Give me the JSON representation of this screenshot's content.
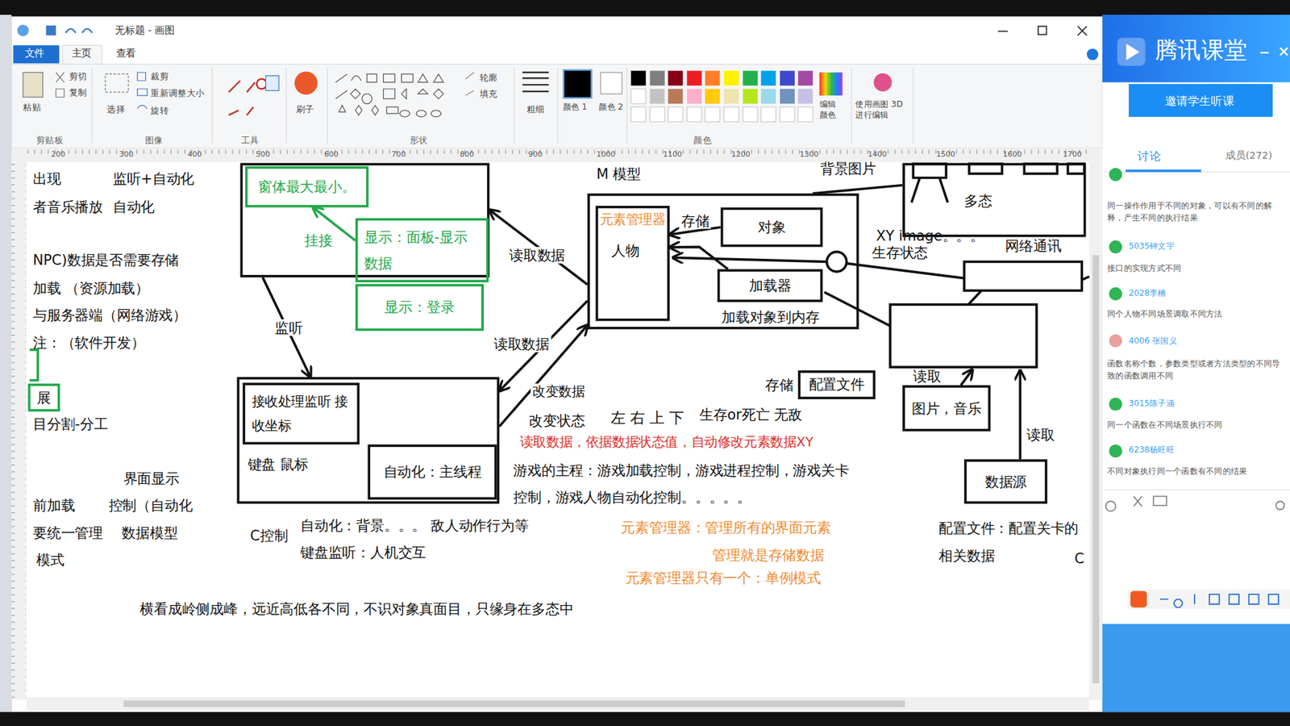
{
  "diagram": {
    "nodes": [
      {
        "text": []
      },
      {
        "text": [
          "窗体最大最小。"
        ],
        "in": 0
      },
      {
        "text": [
          "显示：面板-显示数据"
        ],
        "in": 0
      },
      {
        "text": [
          "显示：登录"
        ]
      },
      {
        "text": [
          "键盘 鼠标"
        ]
      },
      {
        "text": [
          "接收处理监听 接收坐标"
        ],
        "in": 4
      },
      {
        "text": [
          "自动化：主线程"
        ],
        "in": 4
      },
      {
        "text": [
          "M 模型"
        ]
      },
      {
        "text": [
          "元素管理器",
          "人物"
        ],
        "in": 7
      },
      {
        "text": [
          "对象"
        ],
        "in": 7
      },
      {
        "text": [
          "加载器",
          "加载对象到内存"
        ],
        "in": 7
      },
      {
        "text": [
          "多态"
        ]
      },
      {
        "text": [
          "配置文件"
        ]
      },
      {
        "text": [
          "图片，音乐"
        ]
      },
      {
        "text": [
          "数据源"
        ]
      },
      {
        "text": [
          "展"
        ]
      }
    ],
    "edges": [
      {
        "from": 0,
        "to": 4,
        "arrow": "to",
        "label": "监听"
      },
      {
        "from": 7,
        "to": 0,
        "arrow": "to",
        "label": "读取数据"
      },
      {
        "from": 7,
        "to": 4,
        "arrow": "to",
        "label": "读取数据"
      },
      {
        "from": 4,
        "to": 7,
        "arrow": "to",
        "label": "改变数据"
      },
      {
        "from": 2,
        "to": 1,
        "arrow": "to",
        "label": "挂接"
      },
      {
        "from": 9,
        "to": 8,
        "arrow": "to",
        "label": "存储"
      },
      {
        "from": 10,
        "to": 8,
        "arrow": "to"
      },
      {
        "from": 7,
        "to": 11,
        "arrow": "none"
      }
    ],
    "labels": [
      "无标题 - 画图",
      "文件",
      "主页",
      "查看",
      "粘贴",
      "剪切",
      "复制",
      "选择",
      "裁剪",
      "重新调整大小",
      "旋转",
      "刷子",
      "轮廓",
      "填充",
      "粗细",
      "颜色 1",
      "颜色 2",
      "编辑颜色",
      "使用画图 3D 进行编辑",
      "剪贴板",
      "图像",
      "工具",
      "形状",
      "颜色",
      "200",
      "300",
      "400",
      "500",
      "600",
      "700",
      "800",
      "900",
      "1000",
      "1100",
      "1200",
      "1300",
      "1400",
      "1500",
      "1600",
      "1700",
      "腾讯课堂",
      "邀请学生听课",
      "讨论",
      "成员(272)",
      "同一操作作用于不同的对象，可以有不同的解释，产生不同的执行结果",
      "5035钟文宇",
      "接口的实现方式不同",
      "2028李楠",
      "同个人物不同场景调取不同方法",
      "4006 张国义",
      "函数名称个数，参数类型或者方法类型的不同导致的函数调用不同",
      "3015陈子涵",
      "同一个函数在不同场景执行不同",
      "6238杨旺旺",
      "不同对象执行同一个函数有不同的结果",
      "出现",
      "监听+自动化",
      "者音乐播放",
      "自动化",
      "NPC)数据是否需要存储",
      "加载 （资源加载）",
      "与服务器端（网络游戏）",
      "注：（软件开发）",
      "目分割-分工",
      "界面显示",
      "前加载",
      "控制（自动化",
      "要统一管理",
      "数据模型",
      "模式",
      "C控制",
      "自动化：背景。。。  敌人动作行为等",
      "键盘监听：人机交互",
      "改变状态",
      "左 右 上 下",
      "生存or死亡  无敌",
      "读取数据，依据数据状态值，自动修改元素数据XY",
      "游戏的主程：游戏加载控制，游戏进程控制，游戏关卡控制，游戏人物自动化控制。。。。。",
      "元素管理器：管理所有的界面元素",
      "管理就是存储数据",
      "元素管理器只有一个：单例模式",
      "配置文件：配置关卡的相关数据",
      "C",
      "横看成岭侧成峰，远近高低各不同，不识对象真面目，只缘身在多态中",
      "背景图片",
      "XY  image。。。",
      "网络通讯",
      "生存状态",
      "存储",
      "读取",
      "读取"
    ]
  }
}
